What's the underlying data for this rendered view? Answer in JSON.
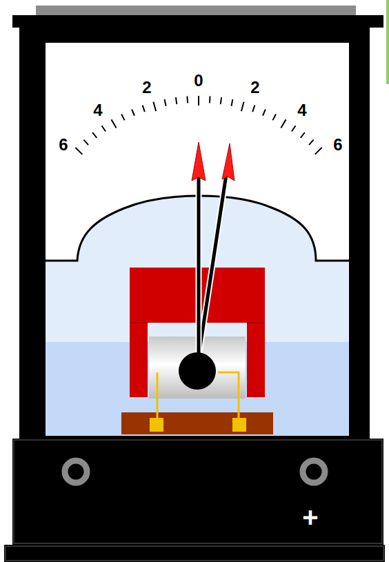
{
  "diagram": {
    "labels": [
      "6",
      "4",
      "2",
      "0",
      "2",
      "4",
      "6",
      "+"
    ]
  }
}
